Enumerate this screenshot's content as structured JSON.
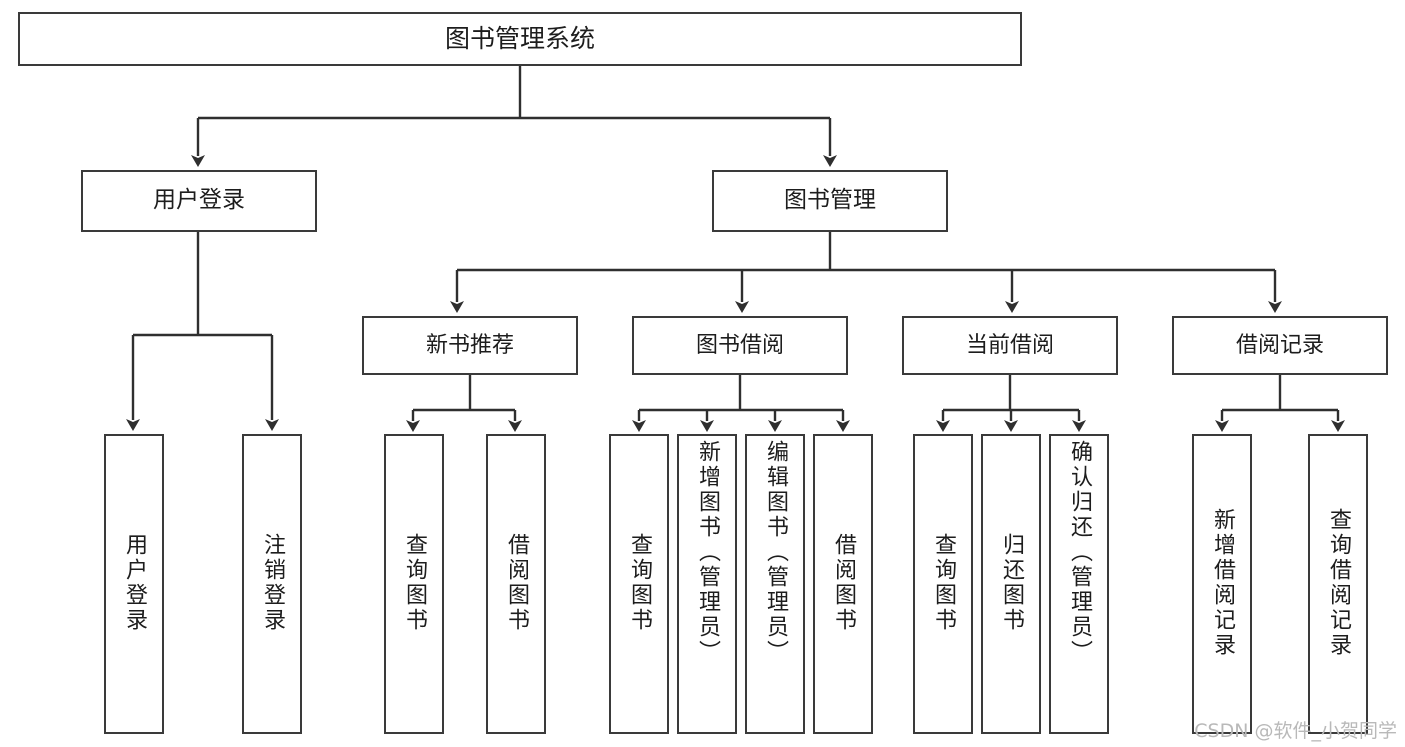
{
  "diagram": {
    "title": "图书管理系统",
    "watermark": "CSDN @软件_小贺同学",
    "line_color": "#3a3a3a",
    "box_fill": "#ffffff",
    "text_color": "#1d1d1d",
    "watermark_color": "#b9b9b9"
  },
  "nodes": {
    "root": {
      "label": "图书管理系统"
    },
    "user_login": {
      "label": "用户登录"
    },
    "book_manage": {
      "label": "图书管理"
    },
    "new_book_rec": {
      "label": "新书推荐"
    },
    "book_borrow": {
      "label": "图书借阅"
    },
    "current_borrow": {
      "label": "当前借阅"
    },
    "borrow_record": {
      "label": "借阅记录"
    },
    "leaf_user_login": {
      "label": "用户登录"
    },
    "leaf_logout": {
      "label": "注销登录"
    },
    "leaf_query_book_1": {
      "label": "查询图书"
    },
    "leaf_borrow_book_1": {
      "label": "借阅图书"
    },
    "leaf_query_book_2": {
      "label": "查询图书"
    },
    "leaf_add_book": {
      "label": "新增图书（管理员）"
    },
    "leaf_edit_book": {
      "label": "编辑图书（管理员）"
    },
    "leaf_borrow_book_2": {
      "label": "借阅图书"
    },
    "leaf_query_book_3": {
      "label": "查询图书"
    },
    "leaf_return_book": {
      "label": "归还图书"
    },
    "leaf_confirm_ret": {
      "label": "确认归还（管理员）"
    },
    "leaf_add_record": {
      "label": "新增借阅记录"
    },
    "leaf_query_record": {
      "label": "查询借阅记录"
    }
  },
  "tree": {
    "root": "图书管理系统",
    "children": [
      {
        "label": "用户登录",
        "children": [
          {
            "label": "用户登录"
          },
          {
            "label": "注销登录"
          }
        ]
      },
      {
        "label": "图书管理",
        "children": [
          {
            "label": "新书推荐",
            "children": [
              {
                "label": "查询图书"
              },
              {
                "label": "借阅图书"
              }
            ]
          },
          {
            "label": "图书借阅",
            "children": [
              {
                "label": "查询图书"
              },
              {
                "label": "新增图书（管理员）"
              },
              {
                "label": "编辑图书（管理员）"
              },
              {
                "label": "借阅图书"
              }
            ]
          },
          {
            "label": "当前借阅",
            "children": [
              {
                "label": "查询图书"
              },
              {
                "label": "归还图书"
              },
              {
                "label": "确认归还（管理员）"
              }
            ]
          },
          {
            "label": "借阅记录",
            "children": [
              {
                "label": "新增借阅记录"
              },
              {
                "label": "查询借阅记录"
              }
            ]
          }
        ]
      }
    ]
  }
}
